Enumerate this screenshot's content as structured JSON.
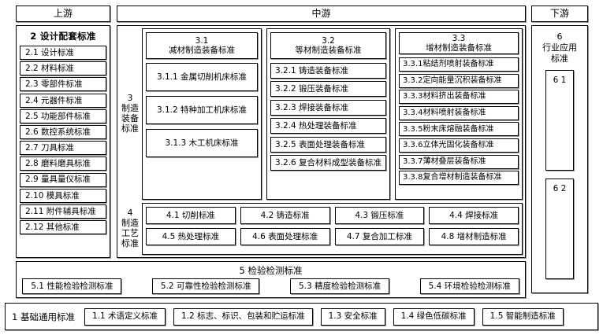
{
  "headers": {
    "upstream": "上游",
    "midstream": "中游",
    "downstream": "下游"
  },
  "upstream": {
    "title": "2 设计配套标准",
    "items": [
      "2.1 设计标准",
      "2.2 材料标准",
      "2.3 零部件标准",
      "2.4 元器件标准",
      "2.5 功能部件标准",
      "2.6 数控系统标准",
      "2.7 刀具标准",
      "2.8 磨料磨具标准",
      "2.9 量具量仪标准",
      "2.10 模具标准",
      "2.11 附件辅具标准",
      "2.12 其他标准"
    ]
  },
  "midstream": {
    "group3": {
      "side_label": "3\n制造\n装备\n标准",
      "columns": [
        {
          "number": "3.1",
          "name": "减材制造装备标准",
          "items": [
            "3.1.1 金属切削机床标准",
            "3.1.2 特种加工机床标准",
            "3.1.3 木工机床标准"
          ]
        },
        {
          "number": "3.2",
          "name": "等材制造装备标准",
          "items": [
            "3.2.1 铸造装备标准",
            "3.2.2 锻压装备标准",
            "3.2.3 焊接装备标准",
            "3.2.4 热处理装备标准",
            "3.2.5 表面处理装备标准",
            "3.2.6 复合材料成型装备标准"
          ]
        },
        {
          "number": "3.3",
          "name": "增材制造装备标准",
          "items": [
            "3.3.1粘结剂喷射装备标准",
            "3.3.2定向能量沉积装备标准",
            "3.3.3材料挤出装备标准",
            "3.3.4材料喷射装备标准",
            "3.3.5粉末床熔融装备标准",
            "3.3.6立体光固化装备标准",
            "3.3.7薄材叠层装备标准",
            "3.3.8复合增材制造装备标准"
          ]
        }
      ]
    },
    "group4": {
      "side_label": "4\n制造\n工艺\n标准",
      "row1": [
        "4.1 切削标准",
        "4.2 铸造标准",
        "4.3 锻压标准",
        "4.4 焊接标准"
      ],
      "row2": [
        "4.5 热处理标准",
        "4.6 表面处理标准",
        "4.7 复合加工标准",
        "4.8 增材制造标准"
      ]
    }
  },
  "downstream": {
    "title": "6\n行业应用\n标准",
    "items": [
      "6 1",
      "6 2"
    ]
  },
  "section5": {
    "title": "5 检验检测标准",
    "items": [
      "5.1 性能检验检测标准",
      "5.2 可靠性检验检测标准",
      "5.3 精度检验检测标准",
      "5.4 环境检验检测标准"
    ]
  },
  "section1": {
    "title": "1 基础通用标准",
    "items": [
      "1.1 术语定义标准",
      "1.2 标志、标识、包装和贮运标准",
      "1.3 安全标准",
      "1.4 绿色低碳标准",
      "1.5 智能制造标准"
    ]
  }
}
